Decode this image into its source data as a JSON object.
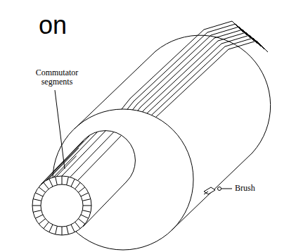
{
  "diagram": {
    "title": "on",
    "labels": [
      "Commutator segments",
      "Brush"
    ]
  }
}
